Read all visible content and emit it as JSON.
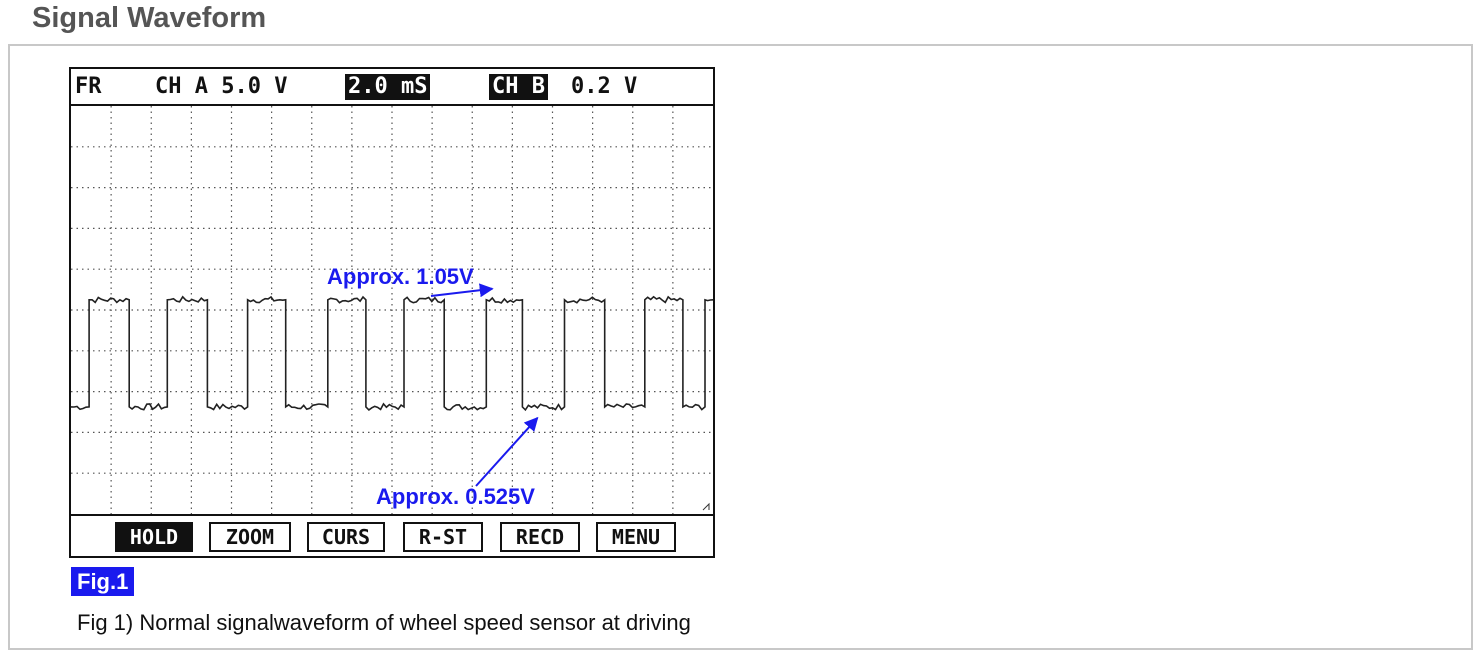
{
  "page": {
    "title": "Signal Waveform"
  },
  "scope": {
    "header": {
      "mode": "FR",
      "channel_a": "CH A 5.0 V",
      "timebase": "2.0 mS",
      "channel_b_label": "CH B",
      "channel_b_scale": "0.2 V"
    },
    "buttons": [
      {
        "label": "HOLD",
        "active": true
      },
      {
        "label": "ZOOM",
        "active": false
      },
      {
        "label": "CURS",
        "active": false
      },
      {
        "label": "R-ST",
        "active": false
      },
      {
        "label": "RECD",
        "active": false
      },
      {
        "label": "MENU",
        "active": false
      }
    ]
  },
  "figure": {
    "badge": "Fig.1",
    "caption": "Fig 1) Normal signalwaveform of wheel speed sensor at driving"
  },
  "colors": {
    "annotation": "#1a1aee",
    "badge_bg": "#1a1aee",
    "trace": "#222222",
    "grid": "#555555",
    "title": "#555555"
  },
  "chart_data": {
    "type": "line",
    "title": "",
    "xlabel": "",
    "ylabel": "",
    "time_per_div_ms": 2.0,
    "volts_per_div": 0.2,
    "divisions_x": 16,
    "divisions_y": 10,
    "xlim": [
      0,
      32
    ],
    "ylim": [
      0,
      2.0
    ],
    "grid": true,
    "series": [
      {
        "values_description_free": true,
        "high_level_v": 1.05,
        "low_level_v": 0.525,
        "transitions_ms": [
          0.9,
          2.9,
          4.8,
          6.8,
          8.8,
          10.7,
          12.8,
          14.7,
          16.6,
          18.6,
          20.7,
          22.5,
          24.6,
          26.6,
          28.6,
          30.5,
          31.6
        ]
      }
    ],
    "annotations": [
      {
        "text": "Approx. 1.05V",
        "x": 21.1,
        "y": 1.05
      },
      {
        "text": "Approx. 0.525V",
        "x": 23.1,
        "y": 0.525
      }
    ]
  }
}
